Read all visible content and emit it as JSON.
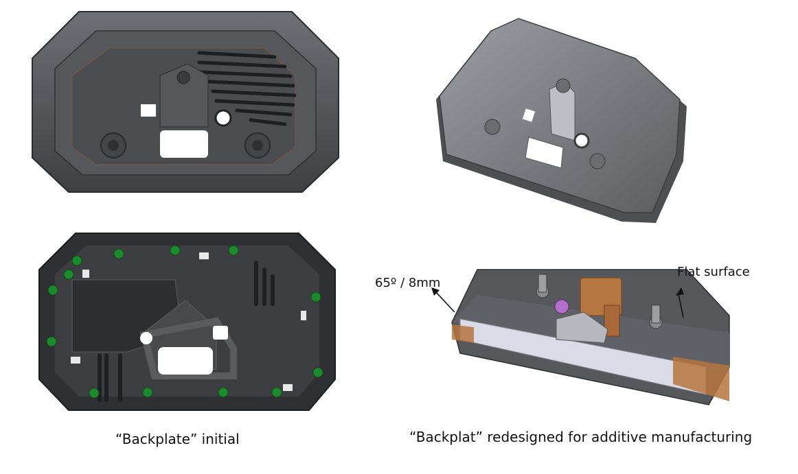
{
  "captions": {
    "initial": "“Backplate” initial",
    "redesigned": "“Backplat” redesigned for additive manufacturing"
  },
  "annotations": {
    "angle": "65º / 8mm",
    "flat": "Flat surface"
  },
  "colors": {
    "body_dark": "#4a4c50",
    "body_mid": "#6e7075",
    "body_light": "#8c8f94",
    "cutout": "#ffffff",
    "gasket": "#c07a4a",
    "screw_green": "#1e8a2e",
    "connector": "#b5763f",
    "pcb": "#d9dbe6",
    "purple": "#b46fc9"
  }
}
